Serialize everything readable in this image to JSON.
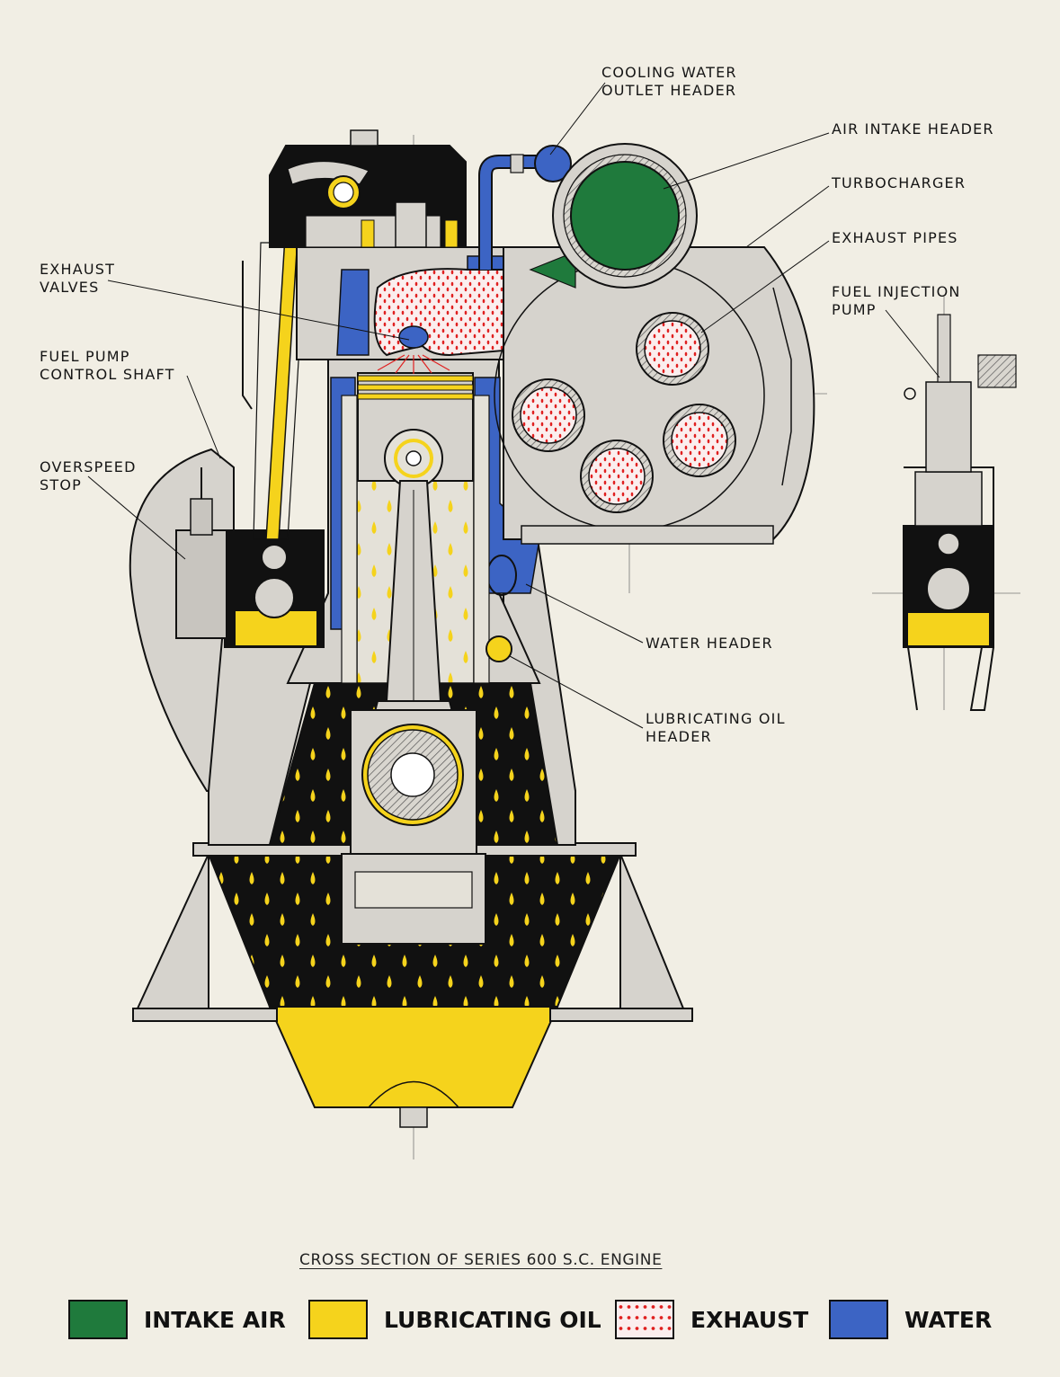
{
  "title": "CROSS SECTION OF SERIES 600 S.C. ENGINE",
  "labels": {
    "cooling_water_outlet_header": "COOLING WATER\nOUTLET HEADER",
    "air_intake_header": "AIR INTAKE HEADER",
    "turbocharger": "TURBOCHARGER",
    "exhaust_pipes": "EXHAUST PIPES",
    "fuel_injection_pump": "FUEL INJECTION\nPUMP",
    "exhaust_valves": "EXHAUST\nVALVES",
    "fuel_pump_control_shaft": "FUEL PUMP\nCONTROL SHAFT",
    "overspeed_stop": "OVERSPEED\nSTOP",
    "water_header": "WATER HEADER",
    "lubricating_oil_header": "LUBRICATING OIL\nHEADER"
  },
  "legend": [
    {
      "label": "INTAKE AIR",
      "color": "#1f7a3c"
    },
    {
      "label": "LUBRICATING OIL",
      "color": "#f5d31c"
    },
    {
      "label": "EXHAUST",
      "color": "#e02020"
    },
    {
      "label": "WATER",
      "color": "#3c64c4"
    }
  ],
  "colors": {
    "background": "#f1eee4",
    "metal": "#d6d3cd",
    "black": "#111111",
    "water": "#3c64c4",
    "oil": "#f5d31c",
    "intake": "#1f7a3c",
    "exhaust": "#e02020"
  }
}
